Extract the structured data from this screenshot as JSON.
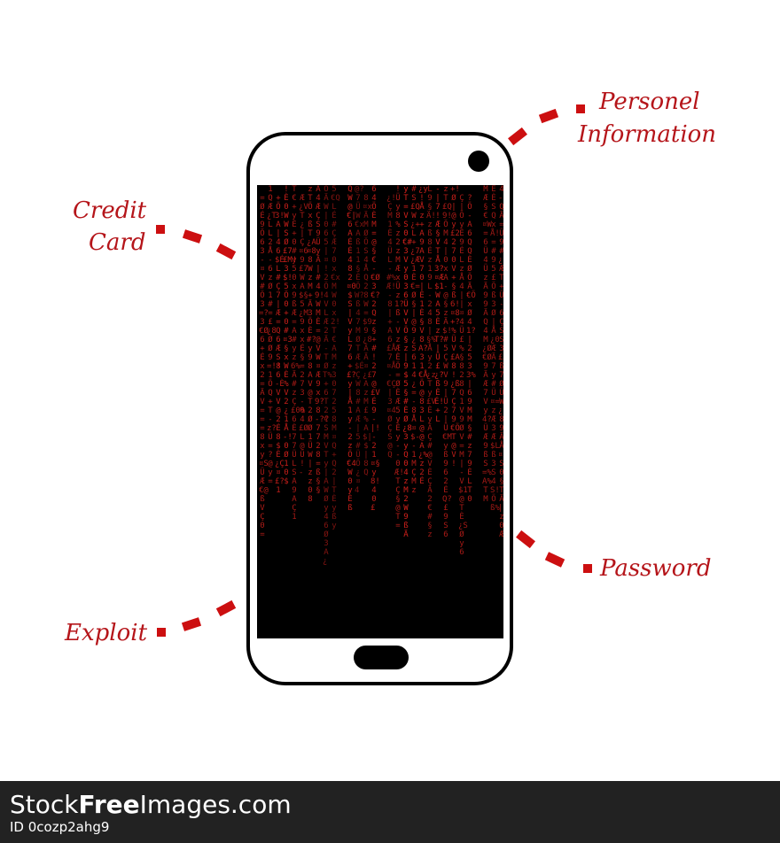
{
  "illustration": {
    "title": "Smartphone with data-breach matrix screen",
    "screen_pattern": "red falling-code matrix",
    "accent_color": "#b5151a",
    "screen_background": "#000000",
    "text_color_screen": "#d8221d",
    "labels": {
      "personel_information_line1": "Personel",
      "personel_information_line2": "Information",
      "credit_card_line1": "Credit",
      "credit_card_line2": "Card",
      "password": "Password",
      "exploit": "Exploit"
    }
  },
  "footer": {
    "brand_prefix": "Stock",
    "brand_bold": "Free",
    "brand_suffix": "Images.com",
    "image_id": "ID 0cozp2ahg9"
  }
}
